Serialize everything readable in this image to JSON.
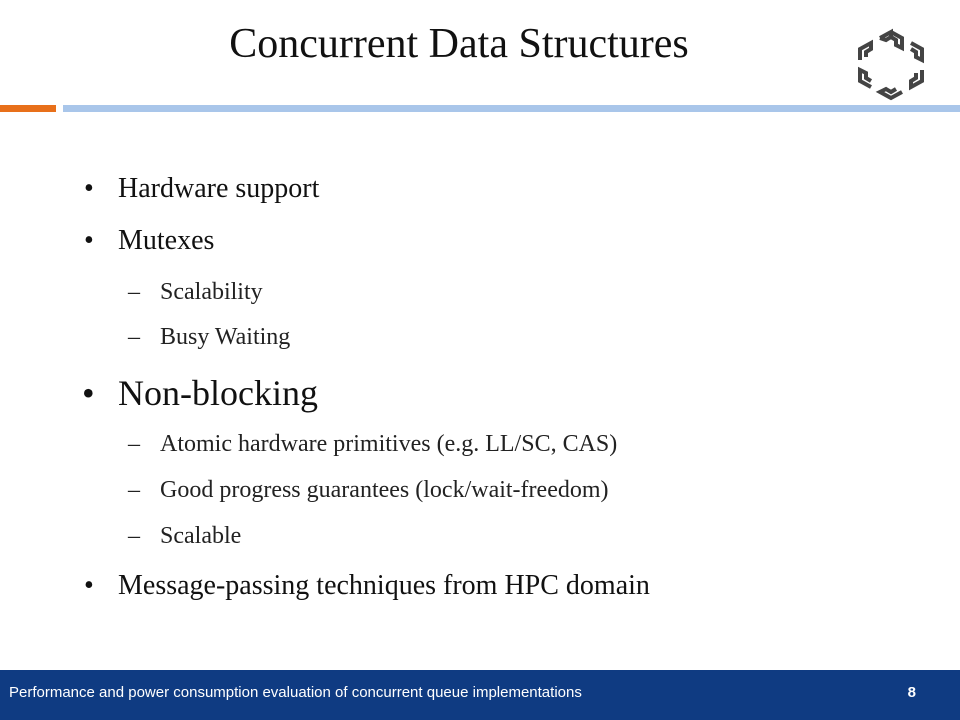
{
  "slide": {
    "title": "Concurrent Data Structures",
    "bullets": [
      {
        "marker": "•",
        "text": "Hardware support"
      },
      {
        "marker": "•",
        "text": "Mutexes"
      },
      {
        "marker": "–",
        "text": "Scalability"
      },
      {
        "marker": "–",
        "text": "Busy Waiting"
      },
      {
        "marker": "•",
        "text": "Non-blocking"
      },
      {
        "marker": "–",
        "text": "Atomic hardware primitives (e.g. LL/SC, CAS)"
      },
      {
        "marker": "–",
        "text": "Good progress guarantees (lock/wait-freedom)"
      },
      {
        "marker": "–",
        "text": "Scalable"
      },
      {
        "marker": "•",
        "text": "Message-passing techniques from HPC domain"
      }
    ]
  },
  "footer": {
    "text": "Performance and power consumption evaluation of concurrent queue implementations",
    "page_number": "8"
  },
  "colors": {
    "accent_orange": "#e8701a",
    "accent_blue": "#a9c6ea",
    "footer_bg": "#0f3b82"
  },
  "icons": {
    "logo": "hexagonal-arrows-logo-icon"
  }
}
